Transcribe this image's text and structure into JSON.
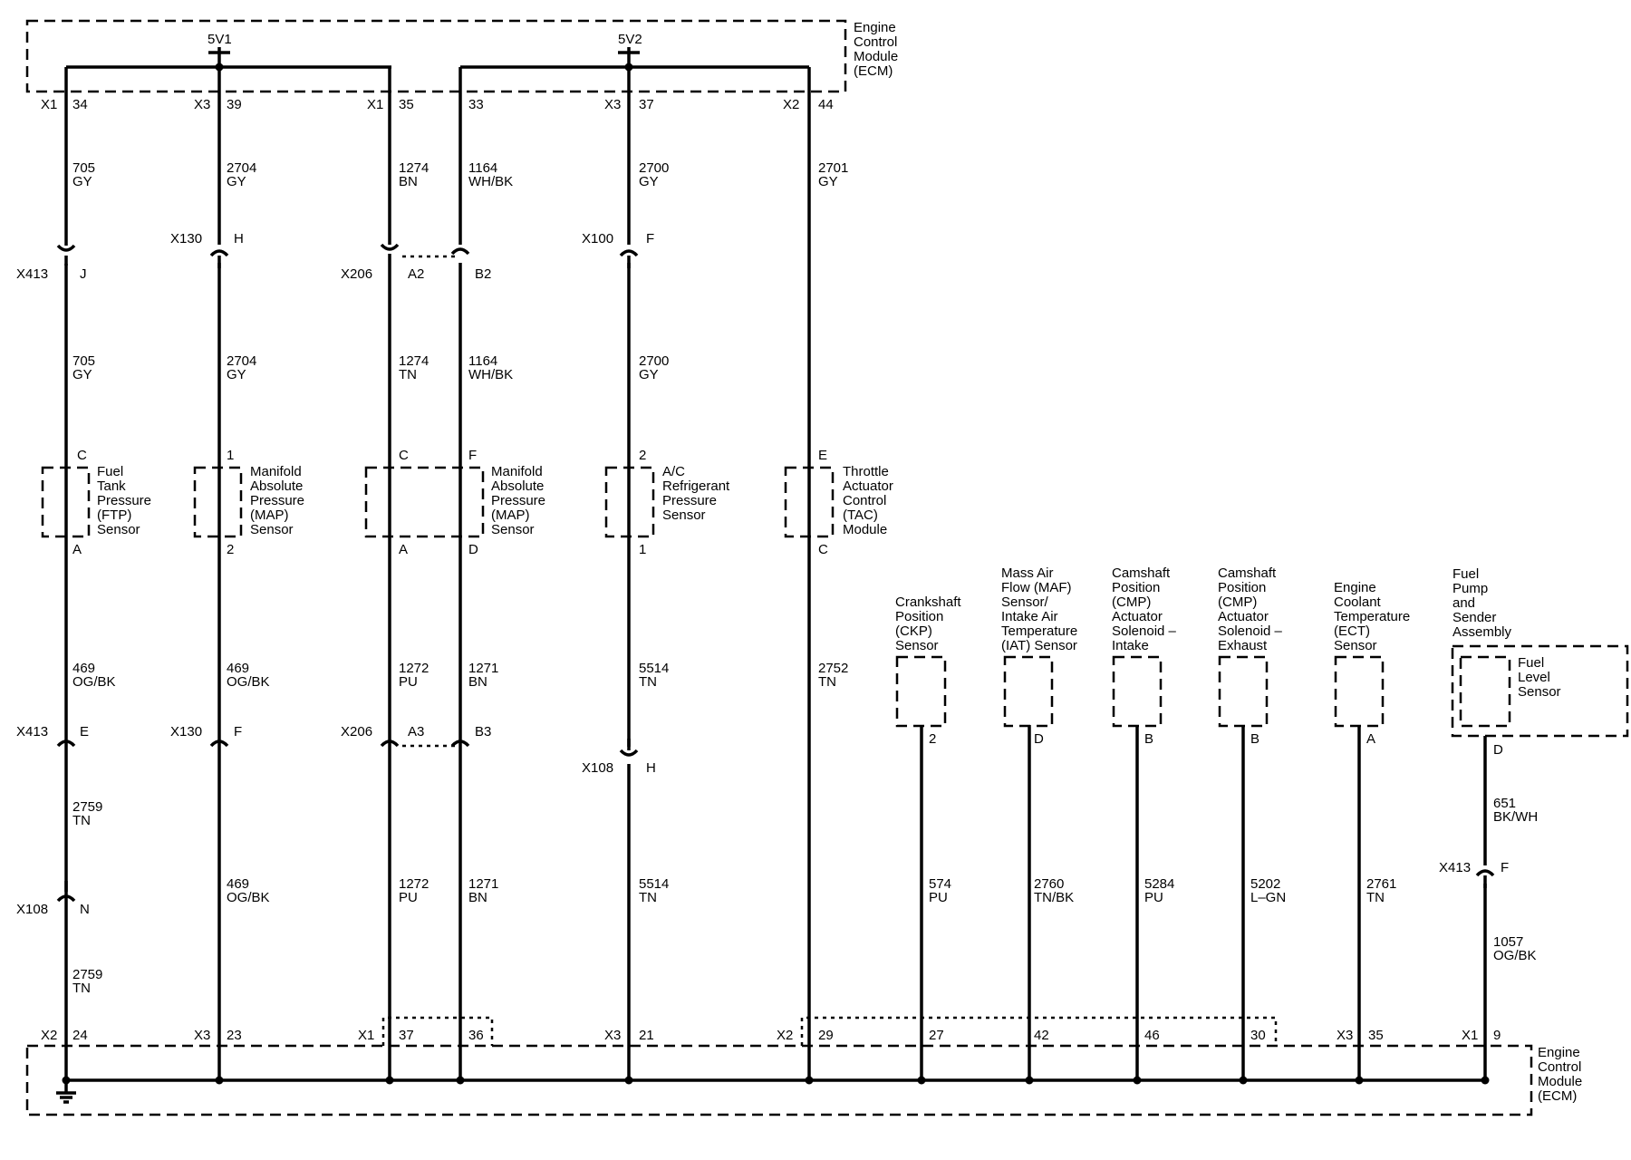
{
  "ecm_top": {
    "lines": [
      "Engine",
      "Control",
      "Module",
      "(ECM)"
    ]
  },
  "ecm_bottom": {
    "lines": [
      "Engine",
      "Control",
      "Module",
      "(ECM)"
    ]
  },
  "ref": {
    "v1": "5V1",
    "v2": "5V2"
  },
  "top_pins": [
    {
      "conn": "X1",
      "pin": "34"
    },
    {
      "conn": "X3",
      "pin": "39"
    },
    {
      "conn": "X1",
      "pin": "35"
    },
    {
      "conn": "",
      "pin": "33"
    },
    {
      "conn": "X3",
      "pin": "37"
    },
    {
      "conn": "X2",
      "pin": "44"
    }
  ],
  "bottom_pins": [
    {
      "conn": "X2",
      "pin": "24"
    },
    {
      "conn": "X3",
      "pin": "23"
    },
    {
      "conn": "X1",
      "pin": "37"
    },
    {
      "conn": "",
      "pin": "36"
    },
    {
      "conn": "X3",
      "pin": "21"
    },
    {
      "conn": "X2",
      "pin": "29"
    },
    {
      "conn": "",
      "pin": "27"
    },
    {
      "conn": "",
      "pin": "42"
    },
    {
      "conn": "",
      "pin": "46"
    },
    {
      "conn": "",
      "pin": "30"
    },
    {
      "conn": "X3",
      "pin": "35"
    },
    {
      "conn": "X1",
      "pin": "9"
    }
  ],
  "wires": [
    {
      "c": "705",
      "col": "GY"
    },
    {
      "c": "2704",
      "col": "GY"
    },
    {
      "c": "1274",
      "col": "BN"
    },
    {
      "c": "1164",
      "col": "WH/BK"
    },
    {
      "c": "2700",
      "col": "GY"
    },
    {
      "c": "2701",
      "col": "GY"
    },
    {
      "c": "705",
      "col": "GY"
    },
    {
      "c": "2704",
      "col": "GY"
    },
    {
      "c": "1274",
      "col": "TN"
    },
    {
      "c": "1164",
      "col": "WH/BK"
    },
    {
      "c": "2700",
      "col": "GY"
    },
    {
      "c": "469",
      "col": "OG/BK"
    },
    {
      "c": "469",
      "col": "OG/BK"
    },
    {
      "c": "1272",
      "col": "PU"
    },
    {
      "c": "1271",
      "col": "BN"
    },
    {
      "c": "5514",
      "col": "TN"
    },
    {
      "c": "2752",
      "col": "TN"
    },
    {
      "c": "2759",
      "col": "TN"
    },
    {
      "c": "2759",
      "col": "TN"
    },
    {
      "c": "469",
      "col": "OG/BK"
    },
    {
      "c": "1272",
      "col": "PU"
    },
    {
      "c": "1271",
      "col": "BN"
    },
    {
      "c": "5514",
      "col": "TN"
    },
    {
      "c": "574",
      "col": "PU"
    },
    {
      "c": "2760",
      "col": "TN/BK"
    },
    {
      "c": "5284",
      "col": "PU"
    },
    {
      "c": "5202",
      "col": "L–GN"
    },
    {
      "c": "2761",
      "col": "TN"
    },
    {
      "c": "651",
      "col": "BK/WH"
    },
    {
      "c": "1057",
      "col": "OG/BK"
    }
  ],
  "connectors": [
    {
      "name": "X413",
      "pin": "J"
    },
    {
      "name": "X130",
      "pin": "H"
    },
    {
      "name": "X206",
      "pin": "A2"
    },
    {
      "name": "",
      "pin": "B2"
    },
    {
      "name": "X100",
      "pin": "F"
    },
    {
      "name": "X413",
      "pin": "E"
    },
    {
      "name": "X130",
      "pin": "F"
    },
    {
      "name": "X206",
      "pin": "A3"
    },
    {
      "name": "",
      "pin": "B3"
    },
    {
      "name": "X108",
      "pin": "H"
    },
    {
      "name": "X108",
      "pin": "N"
    },
    {
      "name": "X413",
      "pin": "F"
    }
  ],
  "components": [
    {
      "lines": [
        "Fuel",
        "Tank",
        "Pressure",
        "(FTP)",
        "Sensor"
      ],
      "pins": [
        "C",
        "A"
      ]
    },
    {
      "lines": [
        "Manifold",
        "Absolute",
        "Pressure",
        "(MAP)",
        "Sensor"
      ],
      "pins": [
        "1",
        "2"
      ]
    },
    {
      "lines": [
        "Manifold",
        "Absolute",
        "Pressure",
        "(MAP)",
        "Sensor"
      ],
      "pins": [
        "C",
        "F",
        "A",
        "D"
      ]
    },
    {
      "lines": [
        "A/C",
        "Refrigerant",
        "Pressure",
        "Sensor"
      ],
      "pins": [
        "2",
        "1"
      ]
    },
    {
      "lines": [
        "Throttle",
        "Actuator",
        "Control",
        "(TAC)",
        "Module"
      ],
      "pins": [
        "E",
        "C"
      ]
    },
    {
      "lines": [
        "Crankshaft",
        "Position",
        "(CKP)",
        "Sensor"
      ],
      "pins": [
        "2"
      ]
    },
    {
      "lines": [
        "Mass Air",
        "Flow (MAF)",
        "Sensor/",
        "Intake Air",
        "Temperature",
        "(IAT) Sensor"
      ],
      "pins": [
        "D"
      ]
    },
    {
      "lines": [
        "Camshaft",
        "Position",
        "(CMP)",
        "Actuator",
        "Solenoid –",
        "Intake"
      ],
      "pins": [
        "B"
      ]
    },
    {
      "lines": [
        "Camshaft",
        "Position",
        "(CMP)",
        "Actuator",
        "Solenoid –",
        "Exhaust"
      ],
      "pins": [
        "B"
      ]
    },
    {
      "lines": [
        "Engine",
        "Coolant",
        "Temperature",
        "(ECT)",
        "Sensor"
      ],
      "pins": [
        "A"
      ]
    },
    {
      "lines": [
        "Fuel",
        "Pump",
        "and",
        "Sender",
        "Assembly"
      ],
      "pins": []
    },
    {
      "lines": [
        "Fuel",
        "Level",
        "Sensor"
      ],
      "pins": [
        "D"
      ]
    }
  ]
}
